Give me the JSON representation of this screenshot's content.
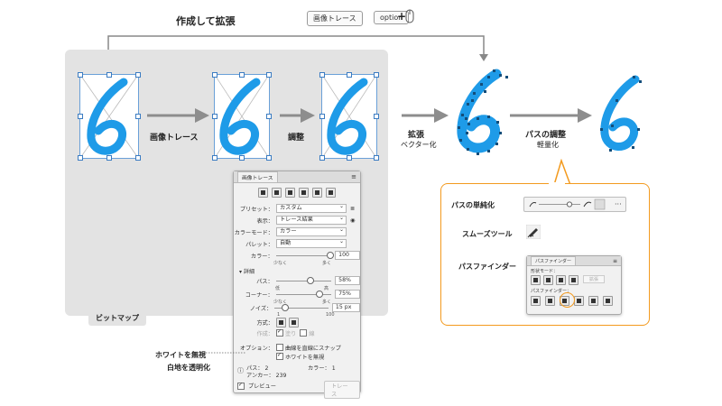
{
  "header": {
    "title": "作成して拡張",
    "command_key": "画像トレース",
    "modifier_key": "option",
    "plus": "+"
  },
  "steps": {
    "image_trace": "画像トレース",
    "adjust": "調整",
    "expand": "拡張",
    "expand_sub": "ベクター化",
    "path_adjust": "パスの調整",
    "path_adjust_sub": "軽量化"
  },
  "bitmap_tab": "ビットマップ",
  "trace_panel": {
    "tab": "画像トレース",
    "preset_label": "プリセット：",
    "preset_value": "カスタム",
    "view_label": "表示：",
    "view_value": "トレース結果",
    "mode_label": "カラーモード：",
    "mode_value": "カラー",
    "palette_label": "パレット：",
    "palette_value": "自動",
    "color_label": "カラー：",
    "color_value": "100",
    "color_low": "少なく",
    "color_high": "多く",
    "advanced": "詳細",
    "paths_label": "パス：",
    "paths_value": "58%",
    "paths_low": "低",
    "paths_high": "高",
    "corners_label": "コーナー：",
    "corners_value": "75%",
    "corners_low": "少なく",
    "corners_high": "多く",
    "noise_label": "ノイズ：",
    "noise_value": "15 px",
    "noise_low": "1",
    "noise_high": "100",
    "method_label": "方式：",
    "create_label": "作成：",
    "create_fill": "塗り",
    "create_stroke": "線",
    "options_label": "オプション：",
    "snap_curves": "曲線を直線にスナップ",
    "ignore_white": "ホワイトを無視",
    "paths_count_label": "パス：",
    "paths_count": "2",
    "colors_count_label": "カラー：",
    "colors_count": "1",
    "anchors_label": "アンカー：",
    "anchors_count": "239",
    "preview": "プレビュー",
    "trace_button": "トレース"
  },
  "callout": {
    "ignore_white": "ホワイトを無視",
    "transparent_bg": "白地を透明化"
  },
  "tools": {
    "simplify": "パスの単純化",
    "smooth": "スムーズツール",
    "pathfinder": "パスファインダー"
  },
  "pathfinder_panel": {
    "tab": "パスファインダー",
    "shape_modes": "形状モード：",
    "pathfinders": "パスファインダー：",
    "expand_button": "拡張"
  },
  "colors": {
    "accent_blue": "#1e9be8",
    "callout_orange": "#f39a1e",
    "gray_area": "#e3e3e3"
  }
}
